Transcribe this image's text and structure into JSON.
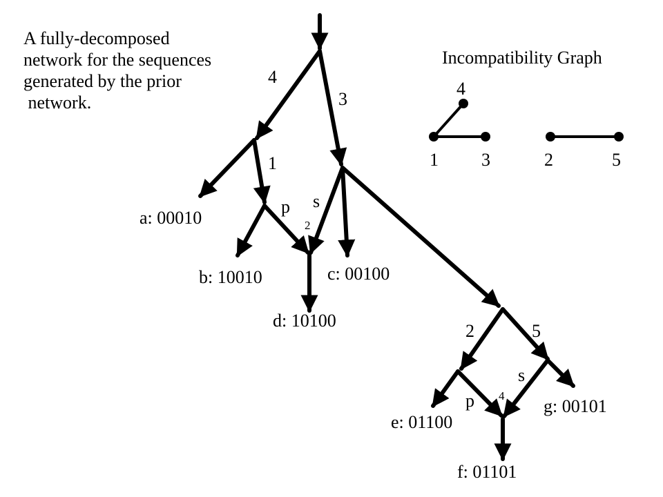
{
  "caption": {
    "lines": [
      "A fully-decomposed",
      "network for the sequences",
      "generated by the prior",
      " network."
    ]
  },
  "network": {
    "edge_labels": {
      "e4": "4",
      "e3": "3",
      "e1": "1",
      "p1": "p",
      "s1": "s",
      "s1_sub": "2",
      "e2": "2",
      "e5": "5",
      "s2": "s",
      "p2": "p",
      "s2_sub": "4"
    },
    "leaves": {
      "a": "a: 00010",
      "b": "b: 10010",
      "c": "c: 00100",
      "d": "d: 10100",
      "e": "e: 01100",
      "f": "f: 01101",
      "g": "g: 00101"
    }
  },
  "incompatibility_graph": {
    "title": "Incompatibility Graph",
    "nodes": [
      "4",
      "1",
      "3",
      "2",
      "5"
    ],
    "edges": [
      [
        "1",
        "4"
      ],
      [
        "1",
        "3"
      ],
      [
        "2",
        "5"
      ]
    ]
  }
}
